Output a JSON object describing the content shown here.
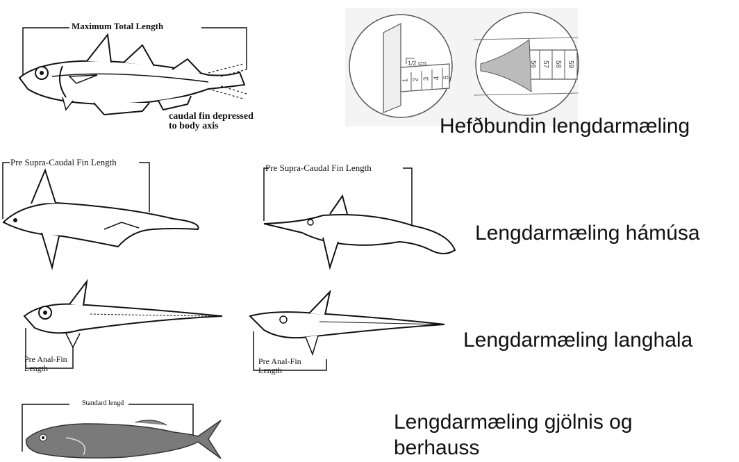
{
  "fig1": {
    "title": "Maximum Total Length",
    "note_line1": "caudal fin depressed",
    "note_line2": "to body axis"
  },
  "ruler": {
    "half_cm": "1/2 cm",
    "ticks": [
      "1",
      "2",
      "3",
      "4",
      "5"
    ],
    "tail_ticks": [
      "56",
      "57",
      "58",
      "59"
    ]
  },
  "fig2_left": {
    "title": "Pre Supra-Caudal Fin Length"
  },
  "fig2_right": {
    "title": "Pre Supra-Caudal Fin Length"
  },
  "fig3_left": {
    "label_line1": "Pre Anal-Fin",
    "label_line2": "Length"
  },
  "fig3_right": {
    "label_line1": "Pre Anal-Fin",
    "label_line2": "Length"
  },
  "fig4": {
    "title": "Standard lengd"
  },
  "labels": {
    "standard": "Hefðbundin lengdarmæling",
    "chimaera": "Lengdarmæling hámúsa",
    "grenadier": "Lengdarmæling langhala",
    "lumpfish_line1": "Lengdarmæling gjölnis og",
    "lumpfish_line2": "berhauss"
  }
}
